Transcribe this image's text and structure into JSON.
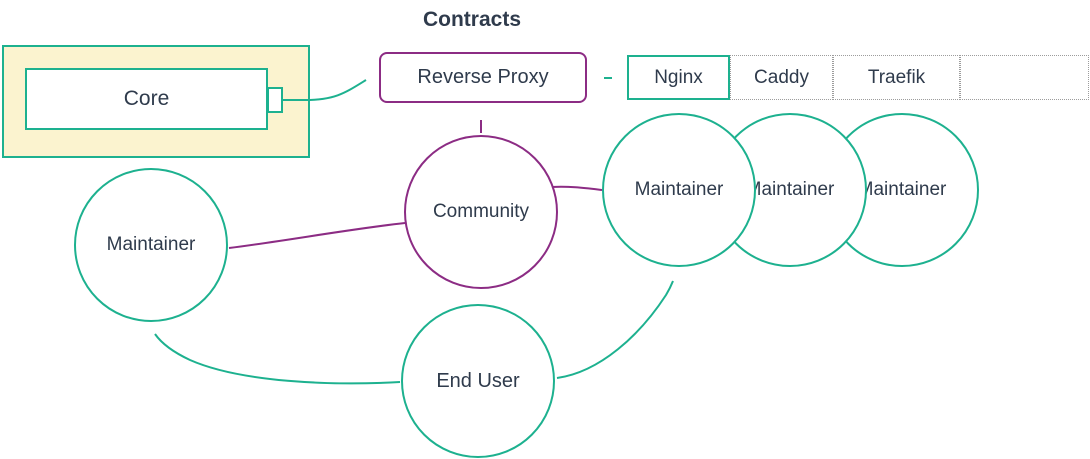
{
  "title": "Contracts",
  "colors": {
    "teal": "#1db18f",
    "purple": "#8c2c84",
    "text": "#2f3b4c",
    "subgraph_fill": "#fbf3cf",
    "dotted_border": "#9c9c9c",
    "background": "#ffffff"
  },
  "nodes": {
    "core": {
      "label": "Core"
    },
    "reverse_proxy": {
      "label": "Reverse Proxy"
    },
    "proxies": [
      {
        "label": "Nginx",
        "border": "solid-teal"
      },
      {
        "label": "Caddy",
        "border": "dotted-gray"
      },
      {
        "label": "Traefik",
        "border": "dotted-gray"
      },
      {
        "label": "",
        "border": "dotted-gray"
      }
    ],
    "maintainer_left": {
      "label": "Maintainer"
    },
    "community": {
      "label": "Community"
    },
    "maintainers_right": [
      {
        "label": "Maintainer"
      },
      {
        "label": "Maintainer"
      },
      {
        "label": "Maintainer"
      }
    ],
    "end_user": {
      "label": "End User"
    }
  },
  "edges": [
    {
      "from": "Core",
      "to": "Reverse Proxy",
      "type": "arrow",
      "color": "teal"
    },
    {
      "from": "Reverse Proxy",
      "to": "Nginx",
      "type": "double-arrow",
      "color": "teal"
    },
    {
      "from": "Community",
      "to": "Reverse Proxy",
      "type": "arrow",
      "color": "purple"
    },
    {
      "from": "Community",
      "to": "Maintainer (left)",
      "type": "line",
      "color": "purple"
    },
    {
      "from": "Community",
      "to": "Maintainer (right)",
      "type": "line",
      "color": "purple"
    },
    {
      "from": "End User",
      "to": "Maintainer (left)",
      "type": "arrow",
      "color": "teal"
    },
    {
      "from": "End User",
      "to": "Maintainer (right)",
      "type": "arrow",
      "color": "teal"
    }
  ]
}
